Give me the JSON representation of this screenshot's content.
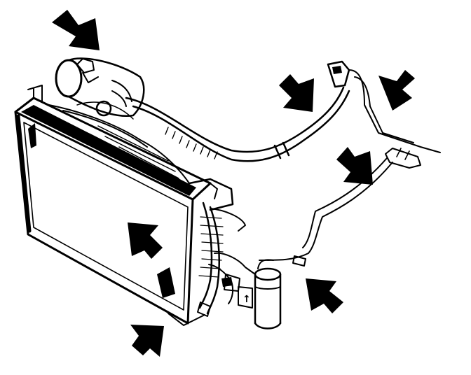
{
  "diagram": {
    "marker_glyph": "↑",
    "colors": {
      "ink": "#000000",
      "paper": "#ffffff"
    },
    "arrows": [
      {
        "id": "arrow-compressor",
        "direction": "down-right"
      },
      {
        "id": "arrow-suction-hose",
        "direction": "down-right"
      },
      {
        "id": "arrow-firewall-connection",
        "direction": "down-left"
      },
      {
        "id": "arrow-liquid-line",
        "direction": "down-right"
      },
      {
        "id": "arrow-condenser",
        "direction": "up-left"
      },
      {
        "id": "arrow-receiver-drier",
        "direction": "up-left"
      },
      {
        "id": "arrow-condenser-bottom",
        "direction": "up-right"
      }
    ]
  }
}
